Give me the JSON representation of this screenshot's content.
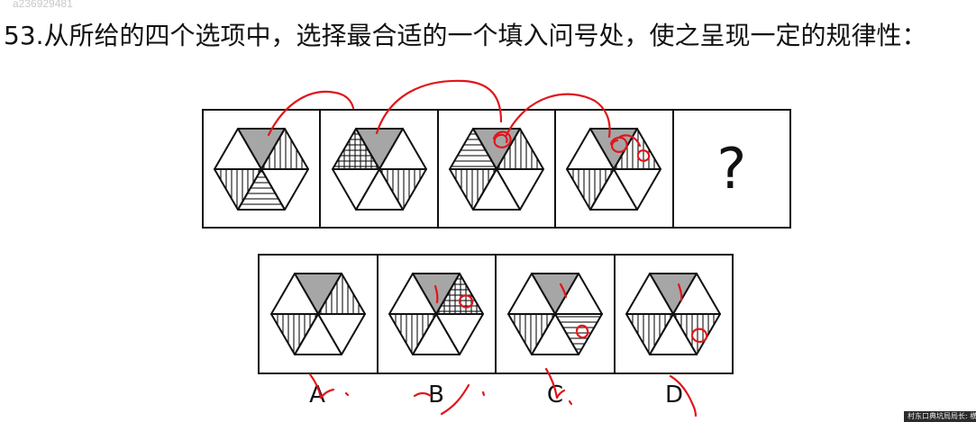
{
  "watermark": "a236929481",
  "question": {
    "text": "53.从所给的四个选项中，选择最合适的一个填入问号处，使之呈现一定的规律性："
  },
  "sequence": {
    "figures": [
      {
        "fills": [
          "gray",
          "vertical",
          "white",
          "horizontal",
          "vertical",
          "white"
        ]
      },
      {
        "fills": [
          "gray",
          "white",
          "vertical",
          "white",
          "white",
          "grid"
        ]
      },
      {
        "fills": [
          "gray",
          "vertical",
          "white",
          "white",
          "vertical",
          "horizontal"
        ]
      },
      {
        "fills": [
          "gray",
          "vertical",
          "white",
          "white",
          "vertical",
          "white"
        ]
      }
    ],
    "question_mark": "?"
  },
  "options": {
    "figures": [
      {
        "fills": [
          "gray",
          "vertical",
          "white",
          "white",
          "vertical",
          "white"
        ]
      },
      {
        "fills": [
          "gray",
          "grid",
          "white",
          "white",
          "vertical",
          "white"
        ]
      },
      {
        "fills": [
          "gray",
          "white",
          "horizontal",
          "white",
          "vertical",
          "white"
        ]
      },
      {
        "fills": [
          "gray",
          "white",
          "vertical",
          "white",
          "vertical",
          "white"
        ]
      }
    ],
    "labels": [
      "A",
      "B",
      "C",
      "D"
    ]
  },
  "colors": {
    "annotation": "#e0161b",
    "gray_fill": "#a6a6a6",
    "line": "#111111"
  },
  "corner_tag": "村东口典坑局局长: 横"
}
